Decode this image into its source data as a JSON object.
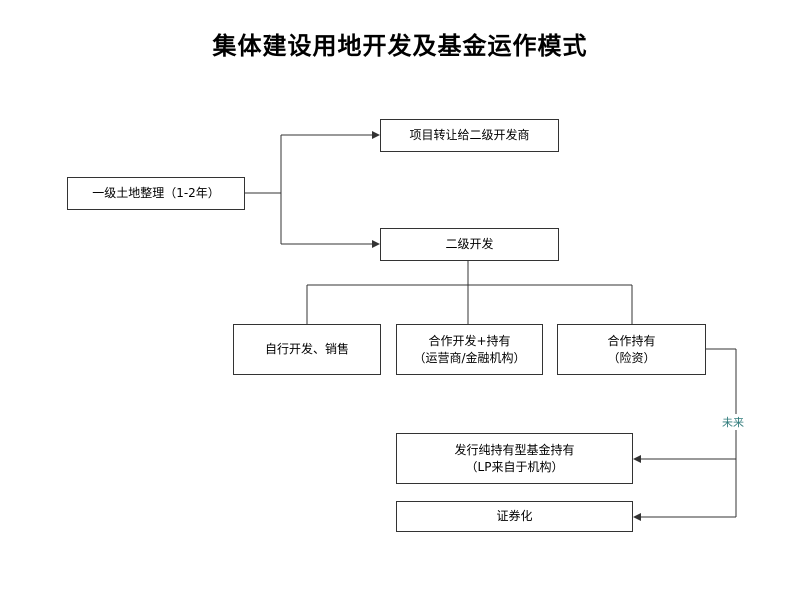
{
  "title": "集体建设用地开发及基金运作模式",
  "nodes": {
    "primary": "一级土地整理（1-2年）",
    "transfer": "项目转让给二级开发商",
    "secondary": "二级开发",
    "self_dev": "自行开发、销售",
    "coop_dev_line1": "合作开发+持有",
    "coop_dev_line2": "（运营商/金融机构）",
    "coop_hold_line1": "合作持有",
    "coop_hold_line2": "（险资）",
    "fund_line1": "发行纯持有型基金持有",
    "fund_line2": "（LP来自于机构）",
    "securitize": "证券化"
  },
  "future_label": "未来"
}
